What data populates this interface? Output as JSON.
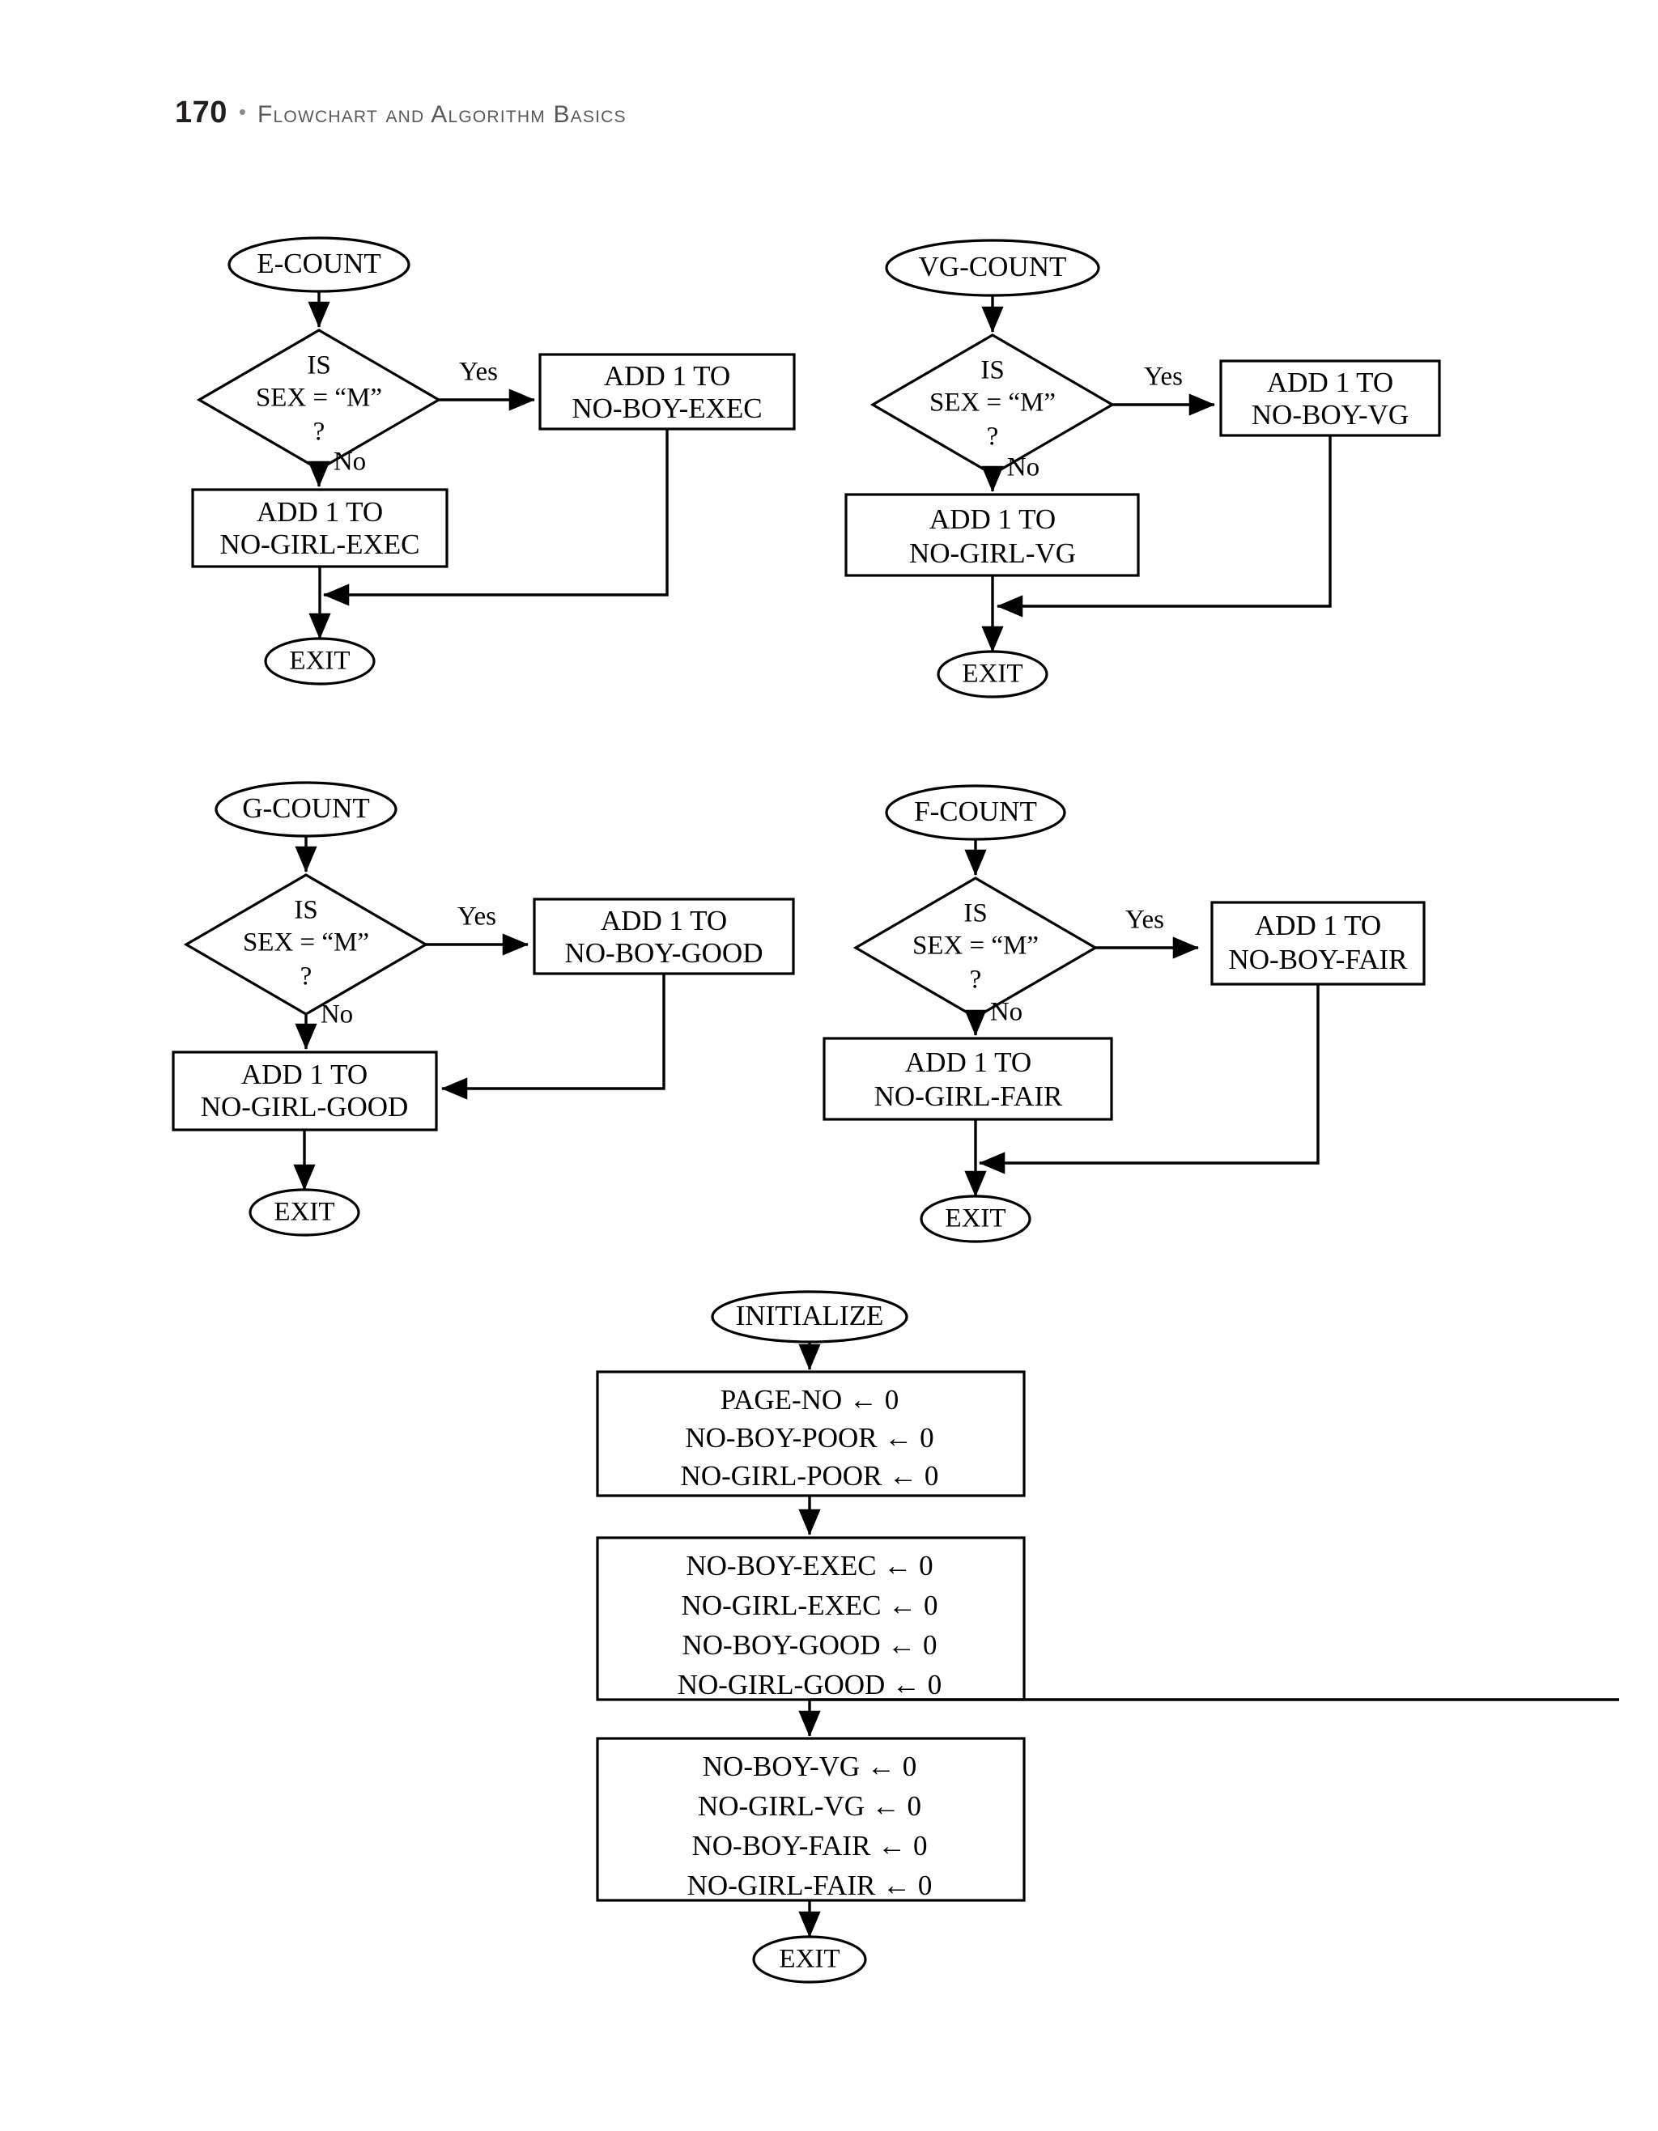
{
  "running_head": {
    "folio": "170",
    "separator": "•",
    "title": "Flowchart and Algorithm Basics"
  },
  "labels": {
    "yes": "Yes",
    "no": "No",
    "exit": "EXIT",
    "decision_line1": "IS",
    "decision_line2": "SEX = “M”",
    "decision_line3": "?",
    "add_one_to": "ADD 1 TO"
  },
  "flowcharts": [
    {
      "id": "e-count",
      "start": "E-COUNT",
      "decision": [
        "IS",
        "SEX = “M”",
        "?"
      ],
      "yes_label": "Yes",
      "no_label": "No",
      "yes_box": [
        "ADD 1 TO",
        "NO-BOY-EXEC"
      ],
      "no_box": [
        "ADD 1 TO",
        "NO-GIRL-EXEC"
      ],
      "end": "EXIT",
      "merge_style": "below-no-box"
    },
    {
      "id": "vg-count",
      "start": "VG-COUNT",
      "decision": [
        "IS",
        "SEX = “M”",
        "?"
      ],
      "yes_label": "Yes",
      "no_label": "No",
      "yes_box": [
        "ADD 1 TO",
        "NO-BOY-VG"
      ],
      "no_box": [
        "ADD 1 TO",
        "NO-GIRL-VG"
      ],
      "end": "EXIT",
      "merge_style": "below-no-box"
    },
    {
      "id": "g-count",
      "start": "G-COUNT",
      "decision": [
        "IS",
        "SEX = “M”",
        "?"
      ],
      "yes_label": "Yes",
      "no_label": "No",
      "yes_box": [
        "ADD 1 TO",
        "NO-BOY-GOOD"
      ],
      "no_box": [
        "ADD 1 TO",
        "NO-GIRL-GOOD"
      ],
      "end": "EXIT",
      "merge_style": "into-no-box-right"
    },
    {
      "id": "f-count",
      "start": "F-COUNT",
      "decision": [
        "IS",
        "SEX = “M”",
        "?"
      ],
      "yes_label": "Yes",
      "no_label": "No",
      "yes_box": [
        "ADD 1 TO",
        "NO-BOY-FAIR"
      ],
      "no_box": [
        "ADD 1 TO",
        "NO-GIRL-FAIR"
      ],
      "end": "EXIT",
      "merge_style": "below-no-box"
    }
  ],
  "initialize_flowchart": {
    "id": "initialize",
    "start": "INITIALIZE",
    "end": "EXIT",
    "process_boxes": [
      {
        "lines": [
          "PAGE-NO ← 0",
          "NO-BOY-POOR ← 0",
          "NO-GIRL-POOR ← 0"
        ]
      },
      {
        "lines": [
          "NO-BOY-EXEC ← 0",
          "NO-GIRL-EXEC ← 0",
          "NO-BOY-GOOD ← 0",
          "NO-GIRL-GOOD ← 0"
        ]
      },
      {
        "lines": [
          "NO-BOY-VG ← 0",
          "NO-GIRL-VG ← 0",
          "NO-BOY-FAIR ← 0",
          "NO-GIRL-FAIR ← 0"
        ]
      }
    ]
  },
  "colors": {
    "ink": "#000000",
    "folio": "#231f20",
    "head_title": "#58595b",
    "bullet": "#8a8a8a",
    "page_background": "#ffffff"
  }
}
